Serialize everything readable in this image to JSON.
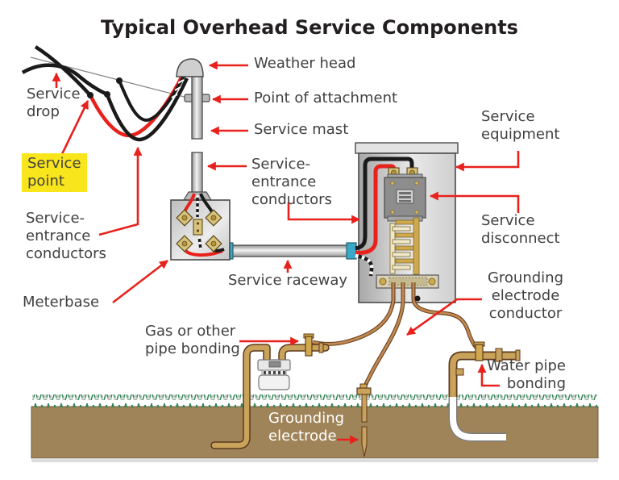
{
  "title": "Typical Overhead Service Components",
  "labels": {
    "weather_head": "Weather head",
    "point_of_attachment": "Point of attachment",
    "service_mast": "Service mast",
    "service_entrance_mid": "Service-\nentrance\nconductors",
    "service_drop": "Service\ndrop",
    "service_point": "Service\npoint",
    "service_entrance_left": "Service-\nentrance\nconductors",
    "meterbase": "Meterbase",
    "service_raceway": "Service raceway",
    "service_equipment": "Service\nequipment",
    "service_disconnect": "Service\ndisconnect",
    "grounding_electrode_conductor": "Grounding\nelectrode\nconductor",
    "gas_bonding": "Gas or other\npipe bonding",
    "water_pipe_bonding": "Water pipe\nbonding",
    "grounding_electrode": "Grounding\nelectrode"
  },
  "colors": {
    "arrow_red": "#e8211c",
    "wire_red": "#e8211c",
    "wire_black": "#1a1a1a",
    "highlight_yellow": "#f9e51b",
    "copper_conductor": "#c08850",
    "brass_pipe": "#c9a35b",
    "busbar_gold": "#d0a94e",
    "soil_brown": "#a08459",
    "grass_green": "#2f8552",
    "panel_gray": "#d6d6d6",
    "label_text": "#414042",
    "underground_label_text": "#ffffff",
    "title_text": "#231f20",
    "coupling_blue": "#3aa8c9"
  }
}
